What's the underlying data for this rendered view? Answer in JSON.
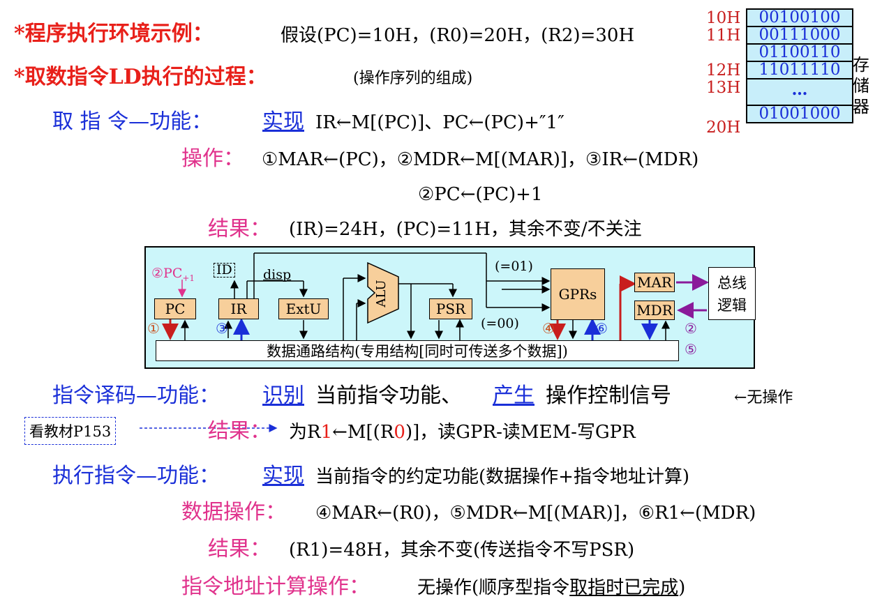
{
  "header": {
    "line1_title": "*程序执行环境示例：",
    "line1_rest": "假设(PC)=10H，(R0)=20H，(R2)=30H",
    "line2_title": "*取数指令LD执行的过程：",
    "line2_rest": "(操作序列的组成)"
  },
  "memory": {
    "rows": [
      {
        "addr": "10H",
        "value": "00100100"
      },
      {
        "addr": "11H",
        "value": "00111000"
      },
      {
        "addr": "12H",
        "value": "01100110"
      },
      {
        "addr": "13H",
        "value": "11011110"
      },
      {
        "addr": "",
        "value": "…"
      },
      {
        "addr": "20H",
        "value": "01001000"
      }
    ],
    "label": "存储器"
  },
  "fetch": {
    "heading": "取 指 令—功能：",
    "impl": "实现",
    "func": "IR←M[(PC)]、PC←(PC)+″1″",
    "op_label": "操作：",
    "op1": "①MAR←(PC)，②MDR←M[(MAR)]，③IR←(MDR)",
    "op2": "②PC←(PC)+1",
    "res_label": "结果：",
    "res": "(IR)=24H，(PC)=11H，其余不变/不关注"
  },
  "datapath": {
    "pc1": "②PC",
    "pc1_sub": "+1",
    "id": "ID",
    "disp": "disp",
    "pc": "PC",
    "ir": "IR",
    "extu": "ExtU",
    "alu": "ALU",
    "psr": "PSR",
    "gprs": "GPRs",
    "eq01": "(=01)",
    "eq00": "(=00)",
    "mar": "MAR",
    "mdr": "MDR",
    "bus_logic_1": "总线",
    "bus_logic_2": "逻辑",
    "bus": "数据通路结构(专用结构[同时可传送多个数据])",
    "n1": "①",
    "n3": "③",
    "n4": "④",
    "n6": "⑥",
    "n2": "②",
    "n5": "⑤"
  },
  "decode": {
    "heading": "指令译码—功能：",
    "identify": "识别",
    "mid": "当前指令功能、",
    "produce": "产生",
    "tail": "操作控制信号",
    "noop": "←无操作",
    "book": "看教材P153",
    "res_label": "结果：",
    "res_a": "为R",
    "res_b": "1",
    "res_c": "←M[(R",
    "res_d": "0",
    "res_e": ")]，读GPR-读MEM-写GPR"
  },
  "execute": {
    "heading": "执行指令—功能：",
    "impl": "实现",
    "func": "当前指令的约定功能(数据操作+指令地址计算)",
    "op_label": "数据操作：",
    "op": "④MAR←(R0)，⑤MDR←M[(MAR)]，⑥R1←(MDR)",
    "res_label": "结果：",
    "res": "(R1)=48H，其余不变(传送指令不写PSR)",
    "addr_label": "指令地址计算操作：",
    "addr_a": "无操作(顺序型指令",
    "addr_u": "取指时已完成",
    "addr_b": ")"
  }
}
